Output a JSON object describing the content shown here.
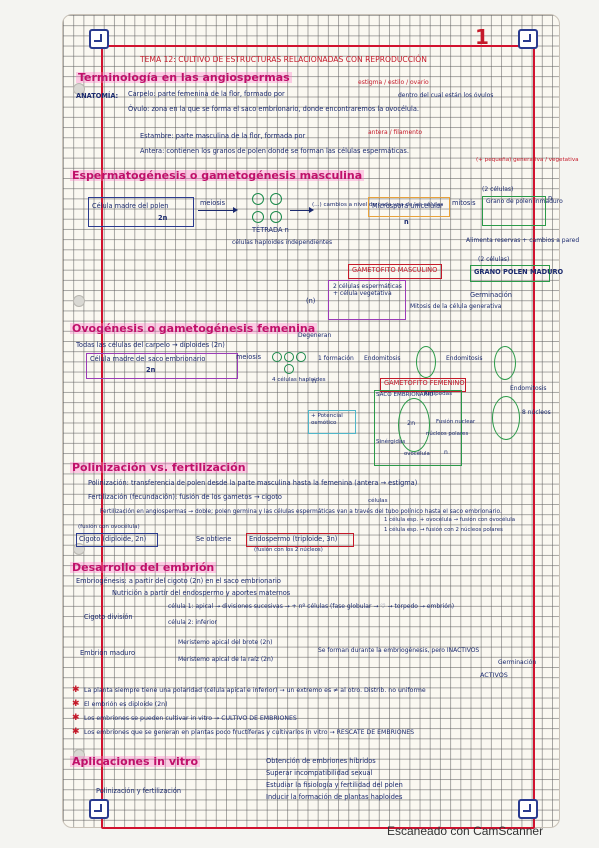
{
  "page_number": "1",
  "title": "TEMA 12: CULTIVO DE ESTRUCTURAS RELACIONADAS CON REPRODUCCIÓN",
  "sections": {
    "terminologia": {
      "heading": "Terminología en las angiospermas",
      "anatomia_label": "ANATOMÍA:",
      "carpelo": "Carpelo: parte femenina de la flor, formado por",
      "carpelo_parts": "estigma / estilo / ovario",
      "carpelo_end": "dentro del cual están los óvulos",
      "ovulo": "Óvulo: zona en la que se forma el saco embrionario, donde encontraremos la ovocélula.",
      "estambre": "Estambre: parte masculina de la flor, formada por",
      "estambre_parts": "antera / filamento",
      "antera": "Antera: contienen los granos de polen donde se forman las células espermáticas."
    },
    "espermatogenesis": {
      "heading": "Espermatogénesis o gametogénesis masculina",
      "celula_madre": "Célula madre del polen",
      "celula_madre_n": "2n",
      "meiosis": "meiosis",
      "tetrada": "TÉTRADA n",
      "celulas_haploides": "células haploides independientes",
      "cambios": "(...) cambios a nivel de cada una de las células",
      "microspora": "Microspora unicelular",
      "microspora_n": "n",
      "mitosis": "mitosis",
      "grano_inmaduro": "Grano de polen inmaduro",
      "dos_celulas_top": "(2 células)",
      "vegetativa": "(+ pequeña) generativa / vegetativa",
      "n_label": "n",
      "alimenta": "Alimenta reservas + cambios a pared",
      "dos_celulas": "(2 células)",
      "grano_maduro": "GRANO POLEN MADURO",
      "gametofito_masculino": "GAMETOFITO MASCULINO",
      "dos_celulas_esp": "2 células espermáticas + célula vegetativa",
      "germinacion": "Germinación",
      "mitosis_gen": "Mitosis de la célula generativa",
      "n_paren": "(n)"
    },
    "ovogenesis": {
      "heading": "Ovogénesis o gametogénesis femenina",
      "todas": "Todas las células del carpelo → diploides (2n)",
      "celula_madre_saco": "Célula madre del saco embrionario",
      "celula_madre_saco_n": "2n",
      "meiosis": "meiosis",
      "degeneran": "Degeneran",
      "celulas_haploides": "4 células haploides",
      "n_label": "n",
      "formacion": "1 formación",
      "endomitosis1": "Endomitosis",
      "endomitosis2": "Endomitosis",
      "endomitosis3": "Endomitosis",
      "ocho_nucleos": "8 núcleos",
      "gametofito_femenino": "GAMETOFITO FEMENINO",
      "saco": "SACO EMBRIONARIO",
      "antipodas": "Antípodas",
      "fusion": "Fusión nuclear",
      "polares": "núcleos polares",
      "sinergidas": "Sinérgidas",
      "ovocelula": "ovocélula",
      "dos_n": "2n",
      "n": "n",
      "potencial": "+ Potencial osmótico"
    },
    "polinizacion": {
      "heading": "Polinización vs. fertilización",
      "polinizacion": "Polinización: transferencia de polen desde la parte masculina hasta la femenina (antera → estigma)",
      "fertilizacion": "Fertilización (fecundación): fusión de los gametos → cigoto",
      "doble": "Fertilización en angiospermas → doble; polen germina y las células espermáticas van a través del tubo polínico hasta el saco embrionario.",
      "celulas_label": "células",
      "fusion_ovo": "1 célula esp. + ovocélula → fusión con ovocélula",
      "fusion_pol": "1 célula esp. → fusión con 2 núcleos polares",
      "fusion_celulas": "(fusión con ovocélula)",
      "cigoto": "Cigoto (diploide, 2n)",
      "se_obtiene": "Se obtiene",
      "endospermo": "Endospermo (triploide, 3n)",
      "fusion_nucleos": "(fusión con los 2 núcleos)"
    },
    "embrion": {
      "heading": "Desarrollo del embrión",
      "embriogenesis": "Embriogénesis: a partir del cigoto (2n) en el saco embrionario",
      "nutricion": "Nutrición a partir del endospermo y aportes maternos",
      "cigoto_division": "Cigoto división",
      "celula1": "célula 1: apical → divisiones sucesivas → + nº células (fase globular → ♡ → torpedo → embrión)",
      "celula2": "célula 2: inferior",
      "embrion_maduro": "Embrión maduro",
      "meristemo_brote": "Meristemo apical del brote (2n)",
      "meristemo_raiz": "Meristemo apical de la raíz (2n)",
      "se_forman": "Se forman durante la embriogénesis, pero INACTIVOS",
      "germinacion": "Germinación",
      "activos": "ACTIVOS",
      "polaridad": "La planta siempre tiene una polaridad (célula apical e inferior) → un extremo es ≠ al otro. Distrib. no uniforme",
      "diploide": "El embrión es diploide (2n)",
      "cultivo": "Los embriones se pueden cultivar in vitro → CULTIVO DE EMBRIONES",
      "rescate": "Los embriones que se generan en plantas poco fructíferas y cultivarlos in vitro → RESCATE DE EMBRIONES"
    },
    "aplicaciones": {
      "heading": "Aplicaciones in vitro",
      "obtencion": "Obtención de embriones híbridos",
      "superar": "Superar incompatibilidad sexual",
      "estudiar": "Estudiar la fisiología y fertilidad del polen",
      "inducir": "Inducir la formación de plantas haploides",
      "polinizacion": "Polinización y fertilización"
    }
  },
  "footer": "Escaneado con CamScanner",
  "colors": {
    "heading": "#c0106a",
    "ink": "#1b2a6e",
    "red": "#c51a2a",
    "frame": "#d1122f",
    "green": "#1b8a4b"
  }
}
